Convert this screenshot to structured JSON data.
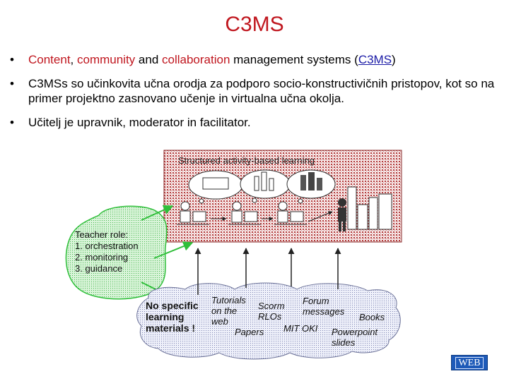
{
  "slide": {
    "title": "C3MS",
    "bullets": [
      {
        "marker": "•",
        "parts": [
          {
            "text": "Content",
            "style": "red"
          },
          {
            "text": ", ",
            "style": "plain"
          },
          {
            "text": "community",
            "style": "red"
          },
          {
            "text": " and ",
            "style": "plain"
          },
          {
            "text": "collaboration",
            "style": "red"
          },
          {
            "text": " management systems (",
            "style": "plain"
          },
          {
            "text": "C3MS",
            "style": "link"
          },
          {
            "text": ")",
            "style": "plain"
          }
        ]
      },
      {
        "marker": "•",
        "parts": [
          {
            "text": "C3MSs so učinkovita učna orodja za podporo socio-konstructivičnih pristopov, kot so na primer projektno zasnovano učenje in virtualna učna okolja.",
            "style": "plain"
          }
        ]
      },
      {
        "marker": "•",
        "parts": [
          {
            "text": "Učitelj je upravnik,  moderator in  facilitator.",
            "style": "plain"
          }
        ]
      }
    ]
  },
  "diagram": {
    "activity_box_label": "Structured  activity-based  learning",
    "teacher_role": {
      "heading": "Teacher role:",
      "items": [
        "1.  orchestration",
        "2.  monitoring",
        "3.  guidance"
      ]
    },
    "cloud": {
      "left_lines": [
        "No  specific",
        "learning",
        "materials  !"
      ],
      "resources": [
        {
          "lines": [
            "Tutorials",
            "on the",
            "web"
          ]
        },
        {
          "lines": [
            "Scorm",
            "RLOs"
          ]
        },
        {
          "lines": [
            "Forum",
            "messages"
          ]
        },
        {
          "lines": [
            "Books"
          ]
        },
        {
          "lines": [
            "Papers"
          ]
        },
        {
          "lines": [
            "MIT OKI"
          ]
        },
        {
          "lines": [
            "Powerpoint",
            "slides"
          ]
        }
      ]
    },
    "colors": {
      "title_red": "#c0161e",
      "hatch_red": "#b23a3a",
      "green": "#2fbf3a",
      "green_fill": "#c9efc9",
      "cloud_fill": "#d7dbf0"
    }
  },
  "nav": {
    "web_button": "WEB"
  }
}
